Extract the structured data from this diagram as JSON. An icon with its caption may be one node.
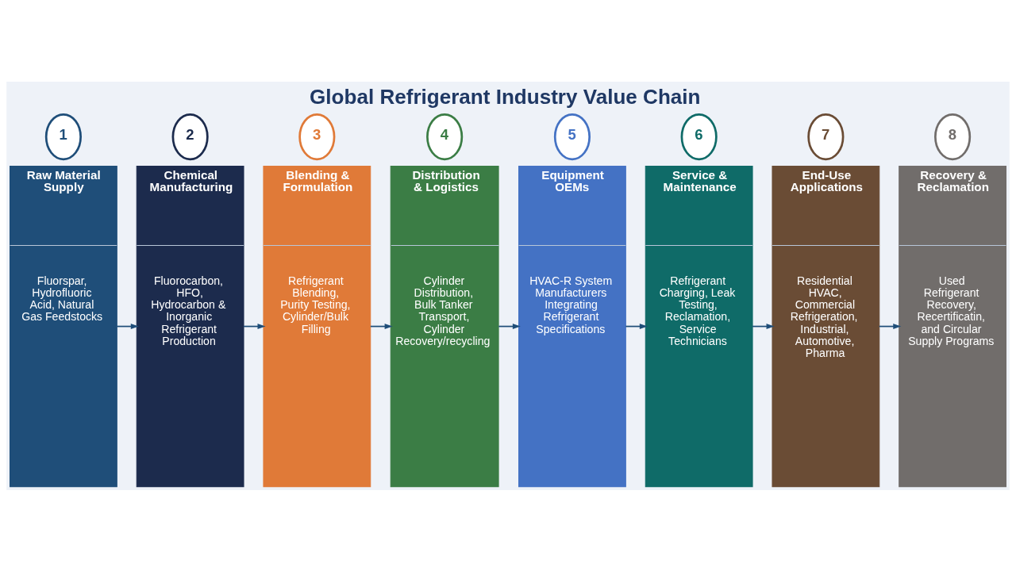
{
  "diagram": {
    "title": "Global Refrigerant Industry Value Chain",
    "nodes": [
      {
        "text": [
          "1"
        ]
      },
      {
        "text": [
          "Raw Material Supply",
          "Fluorspar, Hydrofluoric Acid, Natural Gas Feedstocks"
        ]
      },
      {
        "text": [
          "2"
        ]
      },
      {
        "text": [
          "Chemical Manufacturing",
          "Fluorocarbon, HFO, Hydrocarbon & Inorganic Refrigerant Production"
        ]
      },
      {
        "text": [
          "3"
        ]
      },
      {
        "text": [
          "Blending & Formulation",
          "Refrigerant Blending, Purity Testing, Cylinder/Bulk Filling"
        ]
      },
      {
        "text": [
          "4"
        ]
      },
      {
        "text": [
          "Distribution & Logistics",
          "Cylinder Distribution, Bulk Tanker Transport, Cylinder Recovery/recycling"
        ]
      },
      {
        "text": [
          "5"
        ]
      },
      {
        "text": [
          "Equipment OEMs",
          "HVAC-R System Manufacturers Integrating Refrigerant Specifications"
        ]
      },
      {
        "text": [
          "6"
        ]
      },
      {
        "text": [
          "Service & Maintenance",
          "Refrigerant Charging, Leak Testing, Reclamation, Service Technicians"
        ]
      },
      {
        "text": [
          "7"
        ]
      },
      {
        "text": [
          "End-Use Applications",
          "Residential HVAC, Commercial Refrigeration, Industrial, Automotive, Pharma"
        ]
      },
      {
        "text": [
          "8"
        ]
      },
      {
        "text": [
          "Recovery & Reclamation",
          "Used Refrigerant Recovery, Recertificatin, and Circular Supply Programs"
        ]
      }
    ],
    "edges": [
      {
        "from": 1,
        "to": 3,
        "arrow": "to"
      },
      {
        "from": 3,
        "to": 5,
        "arrow": "to"
      },
      {
        "from": 5,
        "to": 7,
        "arrow": "to"
      },
      {
        "from": 7,
        "to": 9,
        "arrow": "to"
      },
      {
        "from": 9,
        "to": 11,
        "arrow": "to"
      },
      {
        "from": 11,
        "to": 13,
        "arrow": "to"
      },
      {
        "from": 13,
        "to": 15,
        "arrow": "to"
      }
    ]
  }
}
